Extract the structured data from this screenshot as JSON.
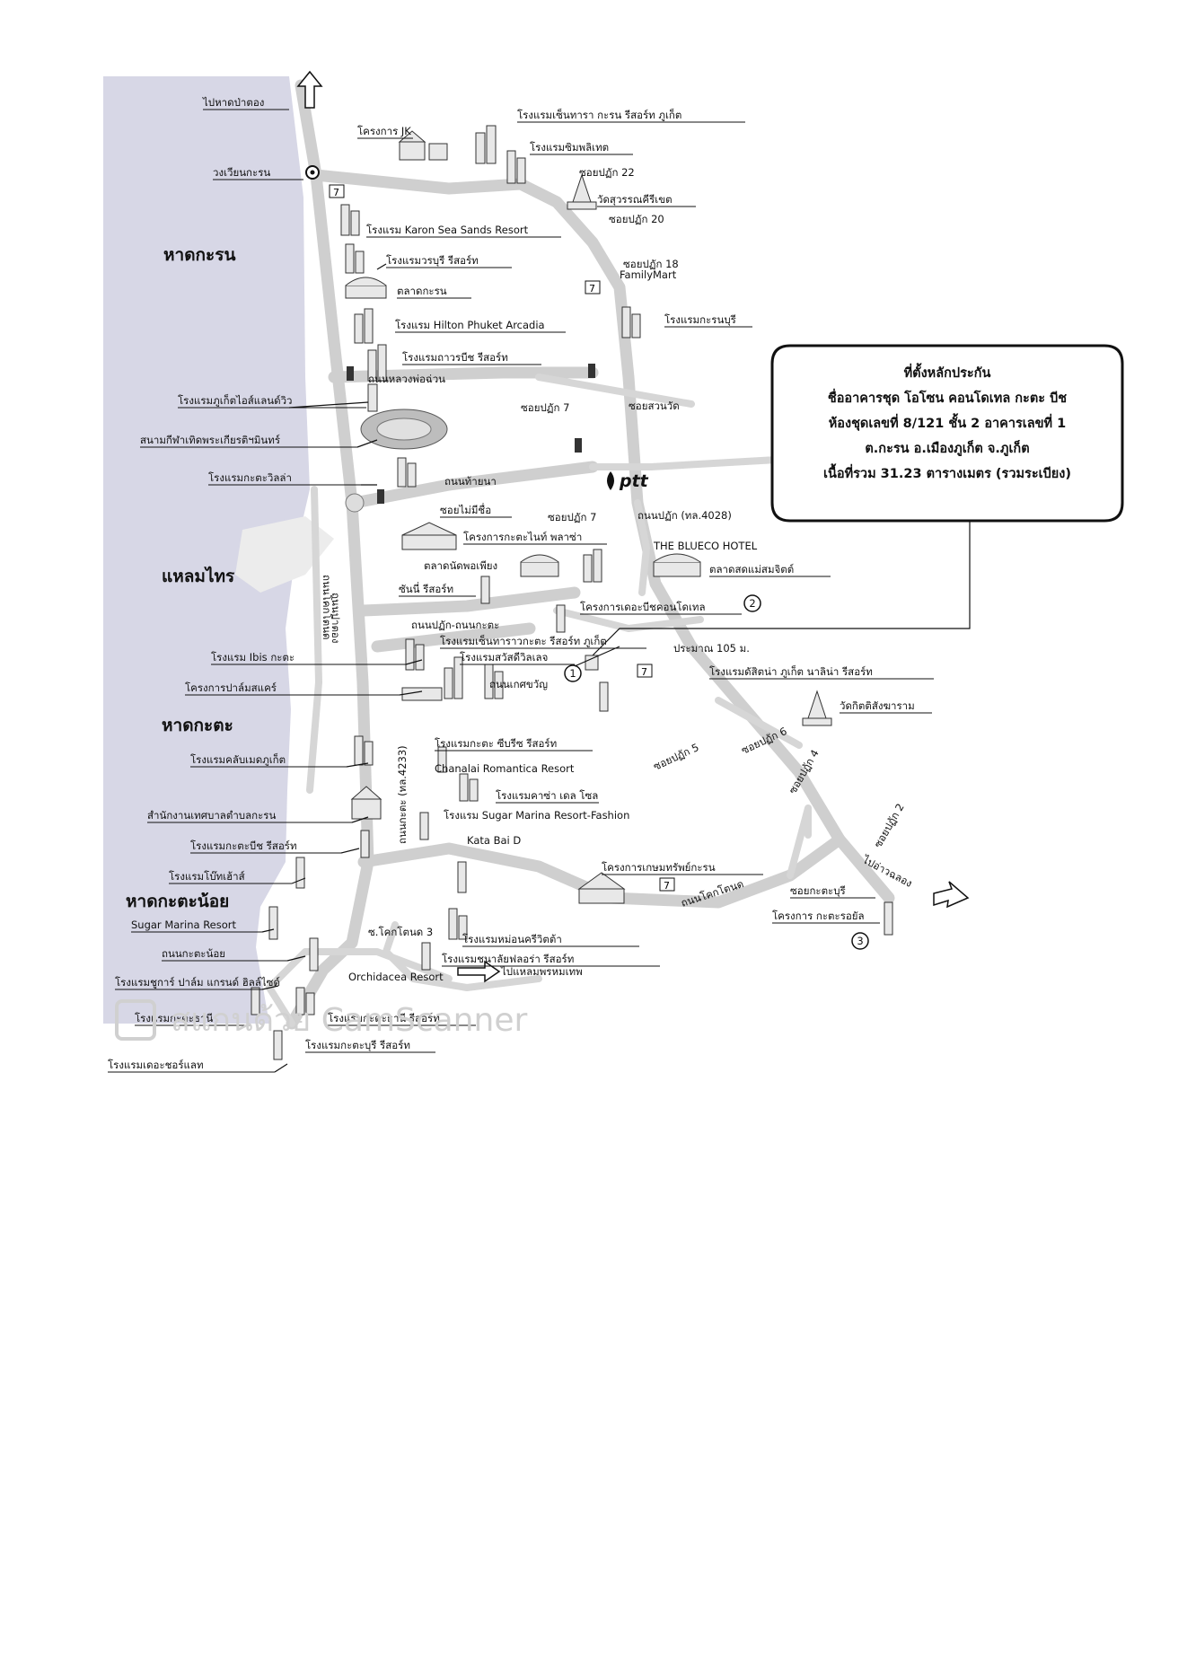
{
  "map": {
    "region_labels": [
      {
        "id": "karon-beach",
        "text": "หาดกะรน"
      },
      {
        "id": "laem-sai",
        "text": "แหลมไทร"
      },
      {
        "id": "kata-beach",
        "text": "หาดกะตะ"
      },
      {
        "id": "kata-noi-beach",
        "text": "หาดกะตะน้อย"
      }
    ],
    "labels": [
      {
        "id": "to-patong",
        "text": "ไปหาดป่าตอง"
      },
      {
        "id": "jk-project",
        "text": "โครงการ JK"
      },
      {
        "id": "centara-karon",
        "text": "โรงแรมเซ็นทารา กะรน รีสอร์ท ภูเก็ต"
      },
      {
        "id": "karon-circle",
        "text": "วงเวียนกะรน"
      },
      {
        "id": "simplitate",
        "text": "โรงแรมซิมพลิเทต"
      },
      {
        "id": "soi-22",
        "text": "ซอยปฏัก 22"
      },
      {
        "id": "wat-suwan",
        "text": "วัดสุวรรณคีรีเขต"
      },
      {
        "id": "soi-20",
        "text": "ซอยปฏัก 20"
      },
      {
        "id": "karon-sea-sands",
        "text": "โรงแรม Karon Sea Sands Resort"
      },
      {
        "id": "woraburi",
        "text": "โรงแรมวรบุรี รีสอร์ท"
      },
      {
        "id": "soi-18",
        "text": "ซอยปฏัก 18"
      },
      {
        "id": "familymart",
        "text": "FamilyMart"
      },
      {
        "id": "karon-market",
        "text": "ตลาดกะรน"
      },
      {
        "id": "karonburi",
        "text": "โรงแรมกะรนบุรี"
      },
      {
        "id": "hilton",
        "text": "โรงแรม Hilton Phuket Arcadia"
      },
      {
        "id": "thavorn-beach",
        "text": "โรงแรมถาวรบีช รีสอร์ท"
      },
      {
        "id": "luang-pho-chuan",
        "text": "ถนนหลวงพ่อฉ่วน"
      },
      {
        "id": "phuket-island-view",
        "text": "โรงแรมภูเก็ตไอส์แลนด์วิว"
      },
      {
        "id": "soi-7-top",
        "text": "ซอยปฏัก 7"
      },
      {
        "id": "soi-suan-wat",
        "text": "ซอยสวนวัด"
      },
      {
        "id": "stadium",
        "text": "สนามกีฬาเทิดพระเกียรติฯมินทร์"
      },
      {
        "id": "kata-villa",
        "text": "โรงแรมกะตะวิลล่า"
      },
      {
        "id": "ptt",
        "text": "ptt"
      },
      {
        "id": "tai-na-road",
        "text": "ถนนท้ายนา"
      },
      {
        "id": "soi-mai-mi-chue",
        "text": "ซอยไม่มีชื่อ"
      },
      {
        "id": "soi-7",
        "text": "ซอยปฏัก 7"
      },
      {
        "id": "patak-road",
        "text": "ถนนปฏัก (ทล.4028)"
      },
      {
        "id": "kata-night-plaza",
        "text": "โครงการกะตะไนท์ พลาซ่า"
      },
      {
        "id": "blueco-hotel",
        "text": "THE BLUECO HOTEL"
      },
      {
        "id": "talad-nat-pho-phiang",
        "text": "ตลาดนัดพอเพียง"
      },
      {
        "id": "talad-mae-somjit",
        "text": "ตลาดสดแม่สมจิตต์"
      },
      {
        "id": "sunny-resort",
        "text": "ซันนี่ รีสอร์ท"
      },
      {
        "id": "patak-kata-road",
        "text": "ถนนปฏัก-ถนนกะตะ"
      },
      {
        "id": "kata-beach-condotel",
        "text": "โครงการเดอะบีชคอนโดเทล"
      },
      {
        "id": "koke-tanot-road-v",
        "text": "ถนนโคกโตนด"
      },
      {
        "id": "ibis-kata",
        "text": "โรงแรม Ibis กะตะ"
      },
      {
        "id": "centara-kata",
        "text": "โรงแรมเซ็นทาราวกะตะ รีสอร์ท ภูเก็ต"
      },
      {
        "id": "sawasdee-village",
        "text": "โรงแรมสวัสดีวิลเลจ"
      },
      {
        "id": "approx-105",
        "text": "ประมาณ 105 ม."
      },
      {
        "id": "palm-sea-care",
        "text": "โครงการปาล์มสแคร์"
      },
      {
        "id": "ket-kwan-road",
        "text": "ถนนเกศขวัญ"
      },
      {
        "id": "dusit-kata",
        "text": "โรงแรมดัสิตน่า ภูเก็ต นาลิน่า รีสอร์ท"
      },
      {
        "id": "wat-kittisangkharam",
        "text": "วัดกิตติสังฆาราม"
      },
      {
        "id": "kata-road-4233",
        "text": "ถนนกะตะ (ทล.4233)"
      },
      {
        "id": "kata-sea-breeze",
        "text": "โรงแรมกะตะ ซีบรีซ รีสอร์ท"
      },
      {
        "id": "club-med",
        "text": "โรงแรมคลับเมดภูเก็ต"
      },
      {
        "id": "chanalai-romantica",
        "text": "Chanalai Romantica Resort"
      },
      {
        "id": "soi-5",
        "text": "ซอยปฏัก 5"
      },
      {
        "id": "soi-6",
        "text": "ซอยปฏัก 6"
      },
      {
        "id": "soi-4",
        "text": "ซอยปฏัก 4"
      },
      {
        "id": "kasa-kata",
        "text": "โรงแรมคาซ่า เดล โซล"
      },
      {
        "id": "municipal-office",
        "text": "สำนักงานเทศบาลตำบลกะรน"
      },
      {
        "id": "sugar-marina-fashion",
        "text": "โรงแรม Sugar Marina Resort-Fashion"
      },
      {
        "id": "soi-2",
        "text": "ซอยปฏัก 2"
      },
      {
        "id": "kata-beach-resort",
        "text": "โรงแรมกะตะบีช รีสอร์ท"
      },
      {
        "id": "kata-bai-d",
        "text": "Kata Bai D"
      },
      {
        "id": "to-chalong",
        "text": "ไปอ่าวฉลอง"
      },
      {
        "id": "boathouse",
        "text": "โรงแรมโบ๊ทเฮ้าส์"
      },
      {
        "id": "kasem-sap-karon",
        "text": "โครงการเกษมทรัพย์กะรน"
      },
      {
        "id": "soi-kataburi",
        "text": "ซอยกะตะบุรี"
      },
      {
        "id": "sugar-marina-resort",
        "text": "Sugar Marina Resort"
      },
      {
        "id": "koke-tanot-road",
        "text": "ถนนโคกโตนด"
      },
      {
        "id": "kata-royal",
        "text": "โครงการ กะตะรอยัล"
      },
      {
        "id": "soi-koke-tanot-3",
        "text": "ซ.โคกโตนด 3"
      },
      {
        "id": "kata-noi-road",
        "text": "ถนนกะตะน้อย"
      },
      {
        "id": "villa-royale",
        "text": "โรงแรมหม่อนครีวิตต้า"
      },
      {
        "id": "chanalai-flora",
        "text": "โรงแรมชนาลัยฟลอร่า รีสอร์ท"
      },
      {
        "id": "sugar-palm",
        "text": "โรงแรมชูการ์ ปาล์ม แกรนด์ ฮิลล์ไซด์"
      },
      {
        "id": "orchidacea",
        "text": "Orchidacea Resort"
      },
      {
        "id": "kata-thani",
        "text": "โรงแรมกะตะธานี"
      },
      {
        "id": "to-promthep",
        "text": "ไปแหลมพรหมเทพ"
      },
      {
        "id": "kata-thani-resort",
        "text": "โรงแรมกะตะธานี รีสอร์ท"
      },
      {
        "id": "kataburi-resort",
        "text": "โรงแรมกะตะบุรี รีสอร์ท"
      },
      {
        "id": "the-shore",
        "text": "โรงแรมเดอะชอร์แลท"
      },
      {
        "id": "patong-arch",
        "text": "ถนนปาตอง"
      }
    ],
    "markers": [
      {
        "id": "marker-1",
        "text": "1"
      },
      {
        "id": "marker-2",
        "text": "2"
      },
      {
        "id": "marker-3",
        "text": "3"
      }
    ],
    "property_box": {
      "lines": [
        "ที่ตั้งหลักประกัน",
        "ชื่ออาคารชุด โอโซน คอนโดเทล กะตะ บีช",
        "ห้องชุดเลขที่ 8/121  ชั้น 2  อาคารเลขที่ 1",
        "ต.กะรน อ.เมืองภูเก็ต จ.ภูเก็ต",
        "เนื้อที่รวม 31.23 ตารางเมตร (รวมระเบียง)"
      ]
    },
    "watermark": "สแกนด้วย CamScanner"
  }
}
